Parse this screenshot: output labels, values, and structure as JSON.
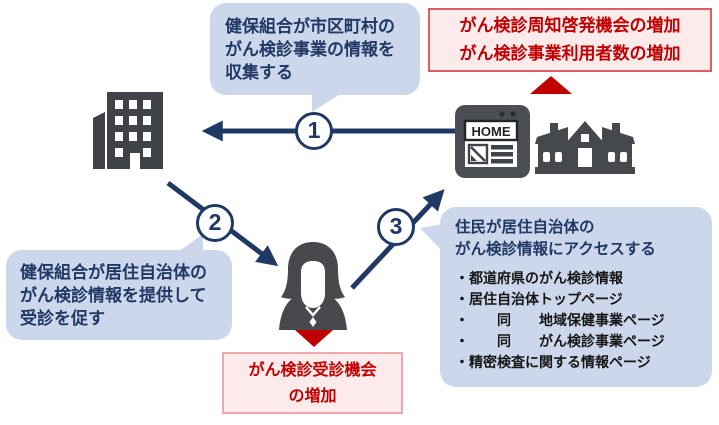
{
  "colors": {
    "navy": "#1f3864",
    "callout_bg": "#ccd7eb",
    "red_text": "#c00000",
    "outcome_bg": "#fdeaea",
    "outcome_top_border": "#e25d5d",
    "outcome_bottom_border": "#f0a8ad",
    "triangle_red": "#c00000",
    "icon_gray": "#45484c",
    "background": "#ffffff"
  },
  "steps": {
    "step1": {
      "number": "1",
      "callout_lines": [
        "健保組合が市区町村の",
        "がん検診事業の情報を",
        "収集する"
      ]
    },
    "step2": {
      "number": "2",
      "callout_lines": [
        "健保組合が居住自治体の",
        "がん検診情報を提供して",
        "受診を促す"
      ]
    },
    "step3": {
      "number": "3",
      "heading_lines": [
        "住民が居住自治体の",
        "がん検診情報にアクセスする"
      ],
      "bullets": [
        "・都道府県のがん検診情報",
        "・居住自治体トップページ",
        "・　　同　　地域保健事業ページ",
        "・　　同　　がん検診事業ページ",
        "・精密検査に関する情報ページ"
      ]
    }
  },
  "outcomes": {
    "top_lines": [
      "がん検診周知啓発機会の増加",
      "がん検診事業利用者数の増加"
    ],
    "bottom_lines": [
      "がん検診受診機会",
      "の増加"
    ]
  },
  "browser": {
    "home_label": "HOME"
  },
  "icon_names": [
    "office-building-icon",
    "browser-window-icon",
    "house-icon",
    "person-icon",
    "increase-up-triangle-icon",
    "increase-down-triangle-icon"
  ]
}
